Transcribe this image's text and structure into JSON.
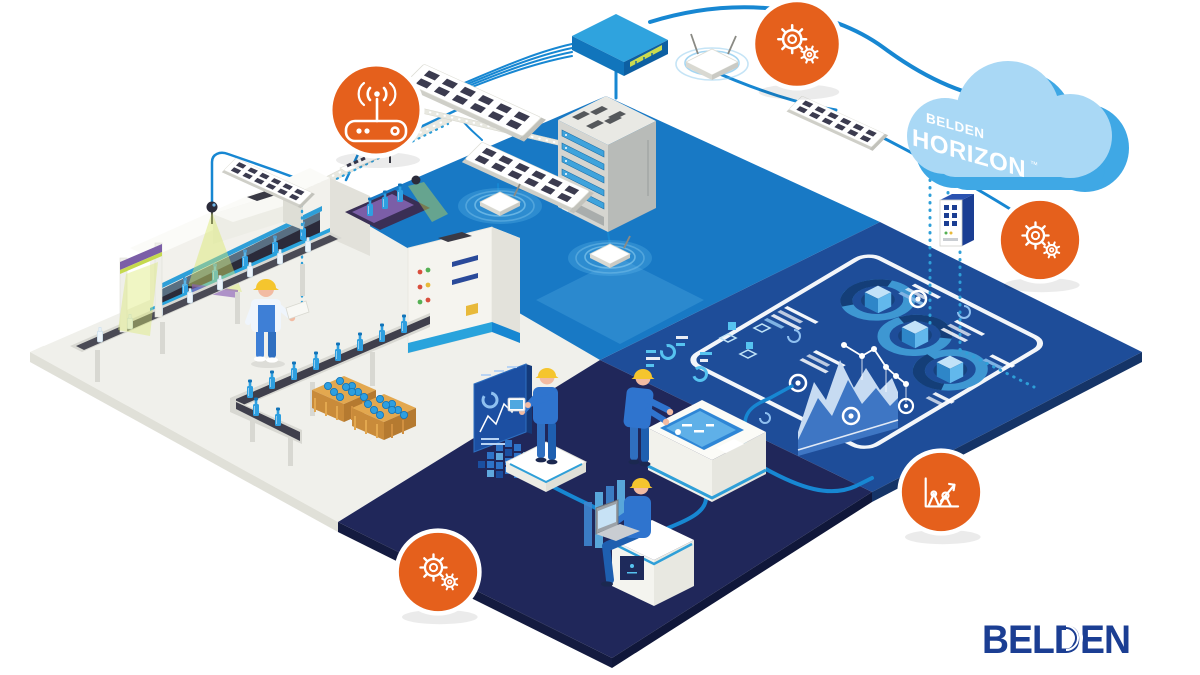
{
  "meta": {
    "description": "Belden industrial automation isometric network illustration"
  },
  "cloud": {
    "brand": "BELDEN",
    "product": "HORIZON",
    "trademark": "™"
  },
  "logo": {
    "text": "BELDEN",
    "color": "#1B3E93"
  },
  "badges": [
    {
      "icon": "wireless-router-icon",
      "color": "#E5601C"
    },
    {
      "icon": "gears-icon",
      "color": "#E5601C"
    },
    {
      "icon": "gears-icon",
      "color": "#E5601C"
    },
    {
      "icon": "growth-chart-icon",
      "color": "#E5601C"
    },
    {
      "icon": "gears-icon",
      "color": "#E5601C"
    }
  ],
  "areas": [
    {
      "name": "factory-floor",
      "color": "#F0F0EB"
    },
    {
      "name": "server-room-floor",
      "color": "#1879C5"
    },
    {
      "name": "analytics-floor",
      "color": "#1E4D99"
    },
    {
      "name": "control-room-floor",
      "color": "#20275A"
    }
  ],
  "palette": {
    "line_blue": "#1787D2",
    "dotted_teal": "#2E9FD8",
    "accent_orange": "#E5601C",
    "safety_yellow": "#F5C52E",
    "bottle_blue": "#2E9FE0",
    "cloud_light": "#A9D8F5",
    "cloud_mid": "#3FA8E5",
    "worker_blue": "#2F74CE"
  }
}
